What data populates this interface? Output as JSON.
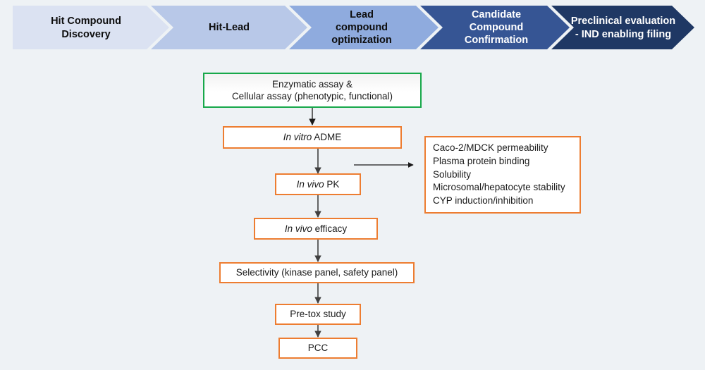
{
  "colors": {
    "background": "#eef2f5",
    "chevron_1": "#dbe2f2",
    "chevron_2": "#b8c8e8",
    "chevron_3": "#8fabde",
    "chevron_4": "#365594",
    "chevron_5": "#1f3864",
    "box_border_green": "#17a84a",
    "box_border_orange": "#ed7d31",
    "arrow": "#404040",
    "text_dark": "#0d0d0d",
    "text_light": "#ffffff"
  },
  "banner": {
    "name": "drug-discovery-stage-banner",
    "stages": [
      {
        "id": "hit-compound-discovery",
        "lines": [
          "Hit Compound",
          "Discovery"
        ],
        "fill": "#dbe2f2",
        "text": "dark"
      },
      {
        "id": "hit-lead",
        "lines": [
          "Hit-Lead"
        ],
        "fill": "#b8c8e8",
        "text": "dark"
      },
      {
        "id": "lead-compound-optimization",
        "lines": [
          "Lead",
          "compound",
          "optimization"
        ],
        "fill": "#8fabde",
        "text": "dark"
      },
      {
        "id": "candidate-compound-confirmation",
        "lines": [
          "Candidate",
          "Compound",
          "Confirmation"
        ],
        "fill": "#365594",
        "text": "light"
      },
      {
        "id": "preclinical-evaluation",
        "lines": [
          "Preclinical evaluation",
          "- IND enabling filing"
        ],
        "fill": "#1f3864",
        "text": "light"
      }
    ]
  },
  "flow": {
    "nodes": [
      {
        "id": "assay",
        "style": "green",
        "lines": [
          "Enzymatic assay &",
          "Cellular assay (phenotypic, functional)"
        ],
        "italic_prefix": ""
      },
      {
        "id": "in-vitro-adme",
        "style": "orange",
        "italic_prefix": "In vitro",
        "rest": " ADME"
      },
      {
        "id": "in-vivo-pk",
        "style": "orange",
        "italic_prefix": "In vivo",
        "rest": " PK"
      },
      {
        "id": "in-vivo-efficacy",
        "style": "orange",
        "italic_prefix": "In vivo",
        "rest": " efficacy"
      },
      {
        "id": "selectivity",
        "style": "orange",
        "italic_prefix": "",
        "rest": "Selectivity (kinase panel, safety panel)"
      },
      {
        "id": "pre-tox-study",
        "style": "orange",
        "italic_prefix": "",
        "rest": "Pre-tox study"
      },
      {
        "id": "pcc",
        "style": "orange",
        "italic_prefix": "",
        "rest": "PCC"
      }
    ],
    "side_panel": {
      "id": "adme-assay-list",
      "items": [
        "Caco-2/MDCK permeability",
        "Plasma protein binding",
        "Solubility",
        "Microsomal/hepatocyte stability",
        "CYP induction/inhibition"
      ]
    }
  }
}
